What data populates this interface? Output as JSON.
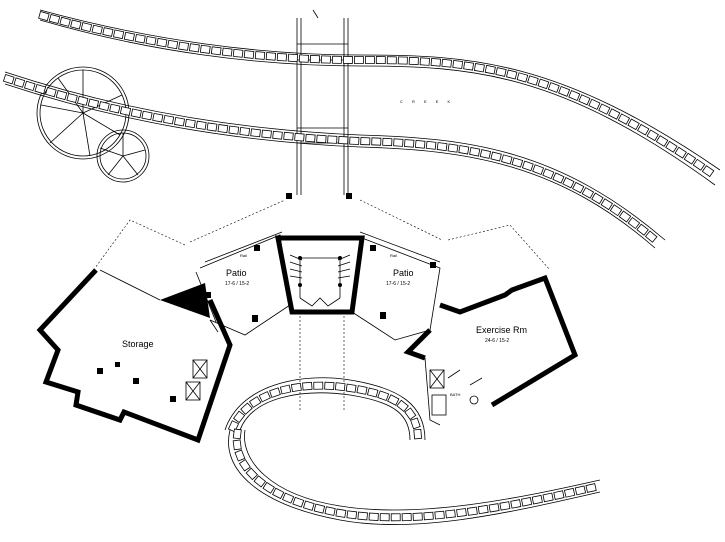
{
  "plan": {
    "rooms": {
      "storage": {
        "name": "Storage"
      },
      "patio_left": {
        "name": "Patio",
        "dims": "17-6 / 15-2"
      },
      "patio_right": {
        "name": "Patio",
        "dims": "17-6 / 15-2"
      },
      "exercise": {
        "name": "Exercise Rm",
        "dims": "24-6 / 15-2"
      },
      "bath": {
        "name": "BATH"
      }
    },
    "labels": {
      "rail_left": "Rail",
      "rail_right": "Rail",
      "creek": "C R E E K"
    }
  }
}
